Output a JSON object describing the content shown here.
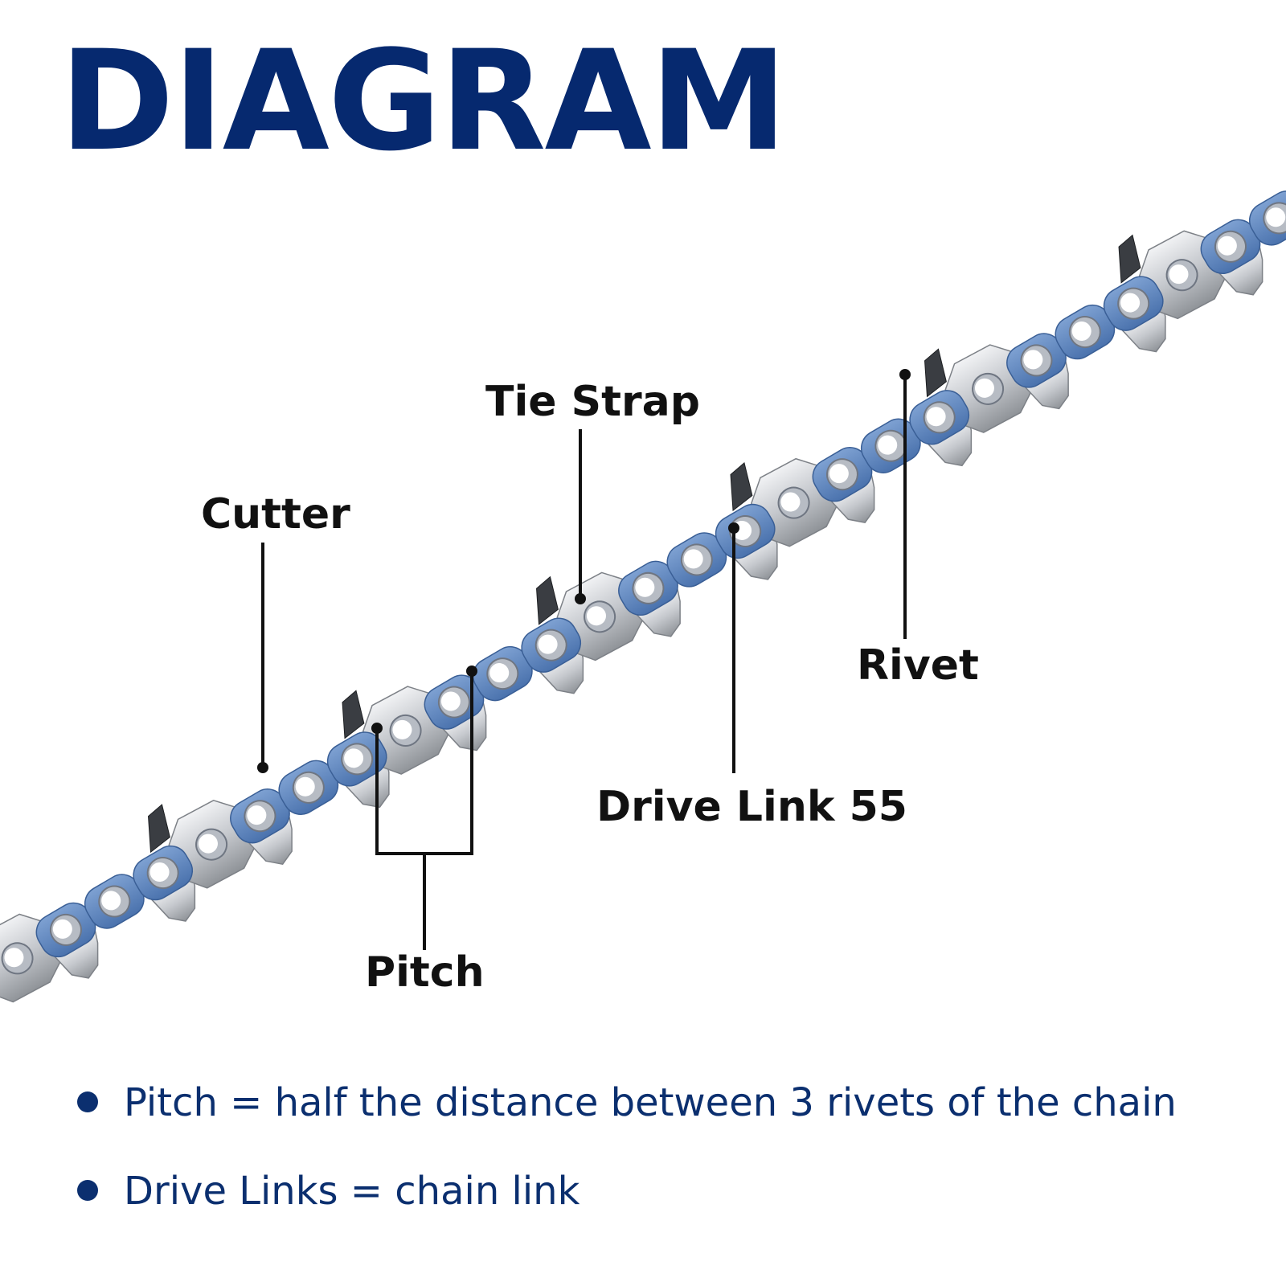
{
  "title": "DIAGRAM",
  "callouts": {
    "tie_strap": "Tie Strap",
    "cutter": "Cutter",
    "rivet": "Rivet",
    "drive_link": "Drive Link 55",
    "pitch": "Pitch"
  },
  "notes": [
    {
      "text": "Pitch = half the distance between 3 rivets of the chain"
    },
    {
      "text": "Drive Links = chain link"
    }
  ],
  "colors": {
    "title": "#06296f",
    "notes": "#0b2f6f",
    "chain_plate": "#5b82bd",
    "chain_steel": "#c9ccd1",
    "callout_line": "#111111"
  }
}
